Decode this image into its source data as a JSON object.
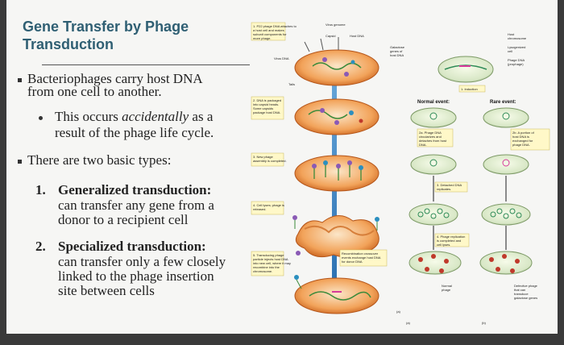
{
  "title": "Gene Transfer by Phage Transduction",
  "bullets": {
    "b1_line1": "Bacteriophages carry host DNA",
    "b1_line2": "from one cell to another.",
    "b2_line1_pre": "This occurs ",
    "b2_line1_em": "accidentally",
    "b2_line1_post": " as a",
    "b2_line2": "result of the phage life cycle.",
    "b3": "There are two basic types:"
  },
  "types": [
    {
      "num": "1.",
      "name": "Generalized transduction:",
      "desc": [
        "can transfer any gene from a",
        "donor to a recipient cell"
      ]
    },
    {
      "num": "2.",
      "name": "Specialized transduction:",
      "desc": [
        "can transfer only a few closely",
        "linked to the phage insertion",
        "site between cells"
      ]
    }
  ],
  "figure": {
    "left_steps": [
      "1. P22 phage DNA attaches to a host cell and makes subunit components for more phage.",
      "2. DNA is packaged into capsid heads. Some capsids package host DNA.",
      "3. New phage assembly is completed.",
      "4. Cell lyses; phage is released.",
      "5. Transducing phage particle injects host DNA into new cell, where it may recombine into the chromosome."
    ],
    "left_labels": {
      "virus_genome": "Virus genome",
      "capsid": "Capsid",
      "host_dna": "Host DNA",
      "virus_dna": "Virus DNA",
      "tails": "Tails",
      "recombination": "Recombination crossover events exchange host DNA for donor DNA"
    },
    "right_top": {
      "host_chromosome": "Host chromosome",
      "lysogenized_cell": "Lysogenized cell",
      "phage_dna": "Phage DNA (prophage)",
      "galactose_genes": "Galactose genes of host DNA",
      "induction": "1. Induction"
    },
    "right_events": {
      "normal": "Normal event:",
      "rare": "Rare event:"
    },
    "right_steps": {
      "s2a": "2a. Phage DNA circularizes and detaches from host DNA.",
      "s2b": "2b. A portion of host DNA is exchanged for phage DNA.",
      "s3": "3. Detached DNA replicates.",
      "s4": "4. Phage replication is completed and cell lyses."
    },
    "right_labels": {
      "normal_phage": "Normal phage",
      "defective_phage": "Defective phage that can transduce galactose genes"
    },
    "panel_a": "(a)",
    "panel_b": "(b)"
  }
}
